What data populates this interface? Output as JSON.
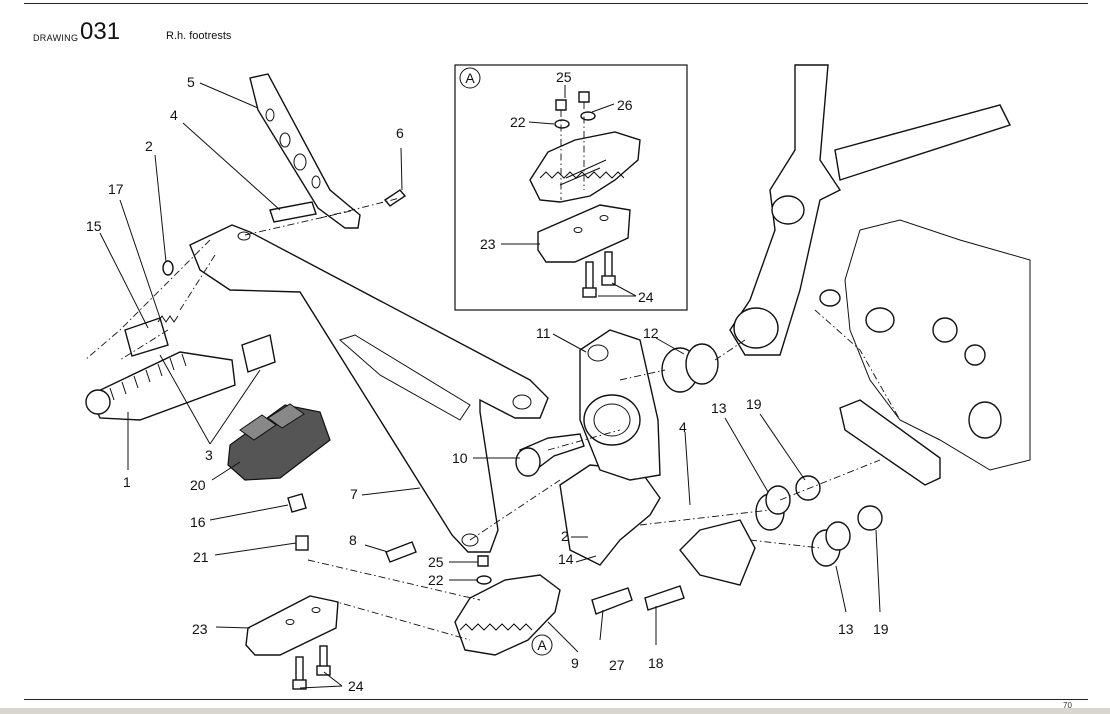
{
  "header": {
    "drawing_label": "DRAWING",
    "drawing_number": "031",
    "title": "R.h. footrests"
  },
  "detail_marker": "A",
  "inset_marker": "A",
  "callouts": {
    "c1": "1",
    "c2a": "2",
    "c2b": "2",
    "c3": "3",
    "c4a": "4",
    "c4b": "4",
    "c5": "5",
    "c6": "6",
    "c7": "7",
    "c8": "8",
    "c9": "9",
    "c10": "10",
    "c11": "11",
    "c12": "12",
    "c13a": "13",
    "c13b": "13",
    "c14": "14",
    "c15": "15",
    "c16": "16",
    "c17": "17",
    "c18": "18",
    "c19a": "19",
    "c19b": "19",
    "c20": "20",
    "c21": "21",
    "c22a": "22",
    "c22b": "22",
    "c23a": "23",
    "c23b": "23",
    "c24a": "24",
    "c24b": "24",
    "c25a": "25",
    "c25b": "25",
    "c26": "26",
    "c27": "27"
  },
  "page_number": "70"
}
